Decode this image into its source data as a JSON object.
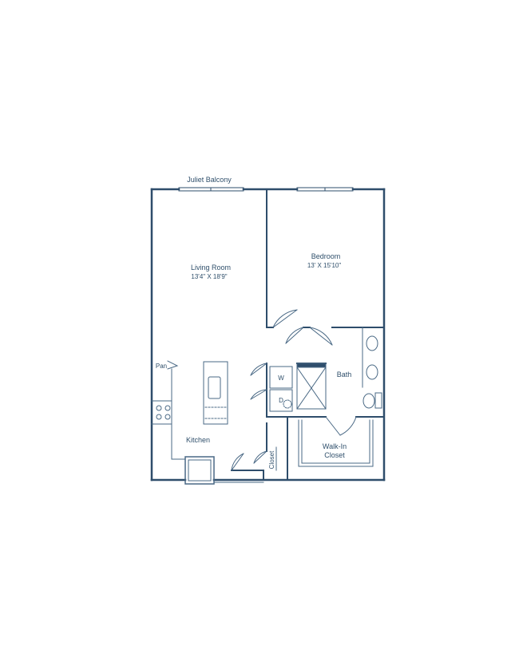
{
  "colors": {
    "wall": "#2e4d6b",
    "line": "#4a6985",
    "text": "#2f4f6b",
    "background": "#ffffff"
  },
  "labels": {
    "balcony": "Juliet Balcony",
    "living_room": "Living Room",
    "living_room_dims": "13'4\" X 18'9\"",
    "bedroom": "Bedroom",
    "bedroom_dims": "13' X 15'10\"",
    "bath": "Bath",
    "walk_in_closet_line1": "Walk-In",
    "walk_in_closet_line2": "Closet",
    "closet": "Closet",
    "pantry": "Pan",
    "kitchen": "Kitchen",
    "washer": "W",
    "dryer": "D"
  }
}
